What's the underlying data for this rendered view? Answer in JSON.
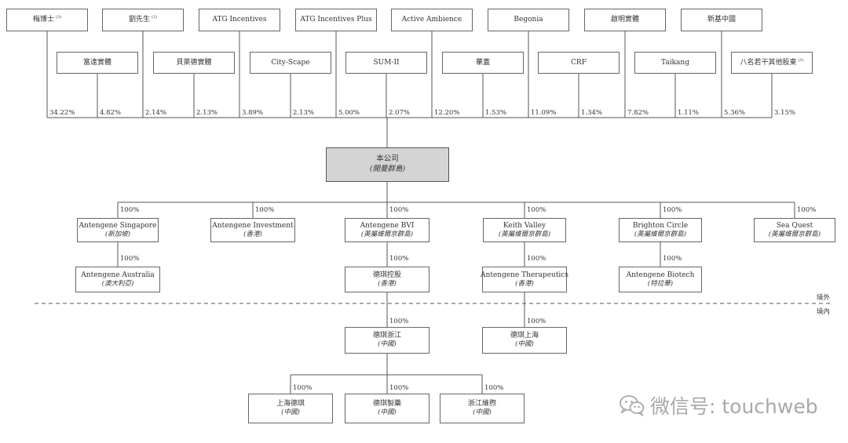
{
  "shareholders_top": [
    {
      "id": "mei",
      "name": "梅博士",
      "note": "(3)",
      "pct": "34.22%"
    },
    {
      "id": "liu",
      "name": "劉先生",
      "note": "(2)",
      "pct": "2.14%"
    },
    {
      "id": "atg",
      "name": "ATG Incentives",
      "pct": "3.89%"
    },
    {
      "id": "atgplus",
      "name": "ATG Incentives Plus",
      "pct": "5.00%"
    },
    {
      "id": "active",
      "name": "Active Ambience",
      "pct": "12.20%"
    },
    {
      "id": "begonia",
      "name": "Begonia",
      "pct": "11.09%"
    },
    {
      "id": "qiming",
      "name": "啟明實體",
      "pct": "7.82%"
    },
    {
      "id": "xinji",
      "name": "新基中國",
      "pct": "5.36%"
    }
  ],
  "shareholders_bottom": [
    {
      "id": "fujian",
      "name": "富達實體",
      "pct": "4.82%"
    },
    {
      "id": "beilai",
      "name": "貝萊德實體",
      "pct": "2.13%"
    },
    {
      "id": "cityscape",
      "name": "City-Scape",
      "pct": "2.13%"
    },
    {
      "id": "sum2",
      "name": "SUM-II",
      "pct": "2.07%"
    },
    {
      "id": "huagai",
      "name": "華蓋",
      "pct": "1.53%"
    },
    {
      "id": "crf",
      "name": "CRF",
      "pct": "1.34%"
    },
    {
      "id": "taikang",
      "name": "Taikang",
      "pct": "1.11%"
    },
    {
      "id": "others",
      "name": "八名若干其他股東",
      "note": "(3)",
      "pct": "3.15%"
    }
  ],
  "company": {
    "name": "本公司",
    "place": "(開曼群島)"
  },
  "subsidiaries": [
    {
      "id": "sg",
      "name": "Antengene Singapore",
      "place": "(新加坡)",
      "pct": "100%"
    },
    {
      "id": "inv",
      "name": "Antengene Investment",
      "place": "(香港)",
      "pct": "100%"
    },
    {
      "id": "bvi",
      "name": "Antengene BVI",
      "place": "(英屬維爾京群島)",
      "pct": "100%"
    },
    {
      "id": "kv",
      "name": "Keith Valley",
      "place": "(英屬維爾京群島)",
      "pct": "100%"
    },
    {
      "id": "bc",
      "name": "Brighton Circle",
      "place": "(英屬維爾京群島)",
      "pct": "100%"
    },
    {
      "id": "sq",
      "name": "Sea Quest",
      "place": "(英屬維爾京群島)",
      "pct": "100%"
    }
  ],
  "third_level": [
    {
      "id": "au",
      "name": "Antengene Australia",
      "place": "(澳大利亞)",
      "pct": "100%"
    },
    {
      "id": "dqkg",
      "name": "德琪控股",
      "place": "(香港)",
      "pct": "100%"
    },
    {
      "id": "ther",
      "name": "Antengene Therapeutics",
      "place": "(香港)",
      "pct": "100%"
    },
    {
      "id": "bio",
      "name": "Antengene Biotech",
      "place": "(特拉華)",
      "pct": "100%"
    }
  ],
  "fourth_level": [
    {
      "id": "dqzj",
      "name": "德琪浙江",
      "place": "(中國)",
      "pct": "100%"
    },
    {
      "id": "dqsh",
      "name": "德琪上海",
      "place": "(中國)",
      "pct": "100%"
    }
  ],
  "fifth_level": [
    {
      "id": "shdq",
      "name": "上海德琪",
      "place": "(中國)",
      "pct": "100%"
    },
    {
      "id": "dqzy",
      "name": "德琪製藥",
      "place": "(中國)",
      "pct": "100%"
    },
    {
      "id": "zjwm",
      "name": "浙江維煦",
      "place": "(中國)",
      "pct": "100%"
    }
  ],
  "regions": {
    "offshore": "境外",
    "onshore": "境內"
  },
  "watermark": {
    "text": "微信号: touchweb"
  },
  "colors": {
    "company_fill": "#d4d4d4",
    "line": "#555555",
    "watermark": "#a9a9a9"
  }
}
